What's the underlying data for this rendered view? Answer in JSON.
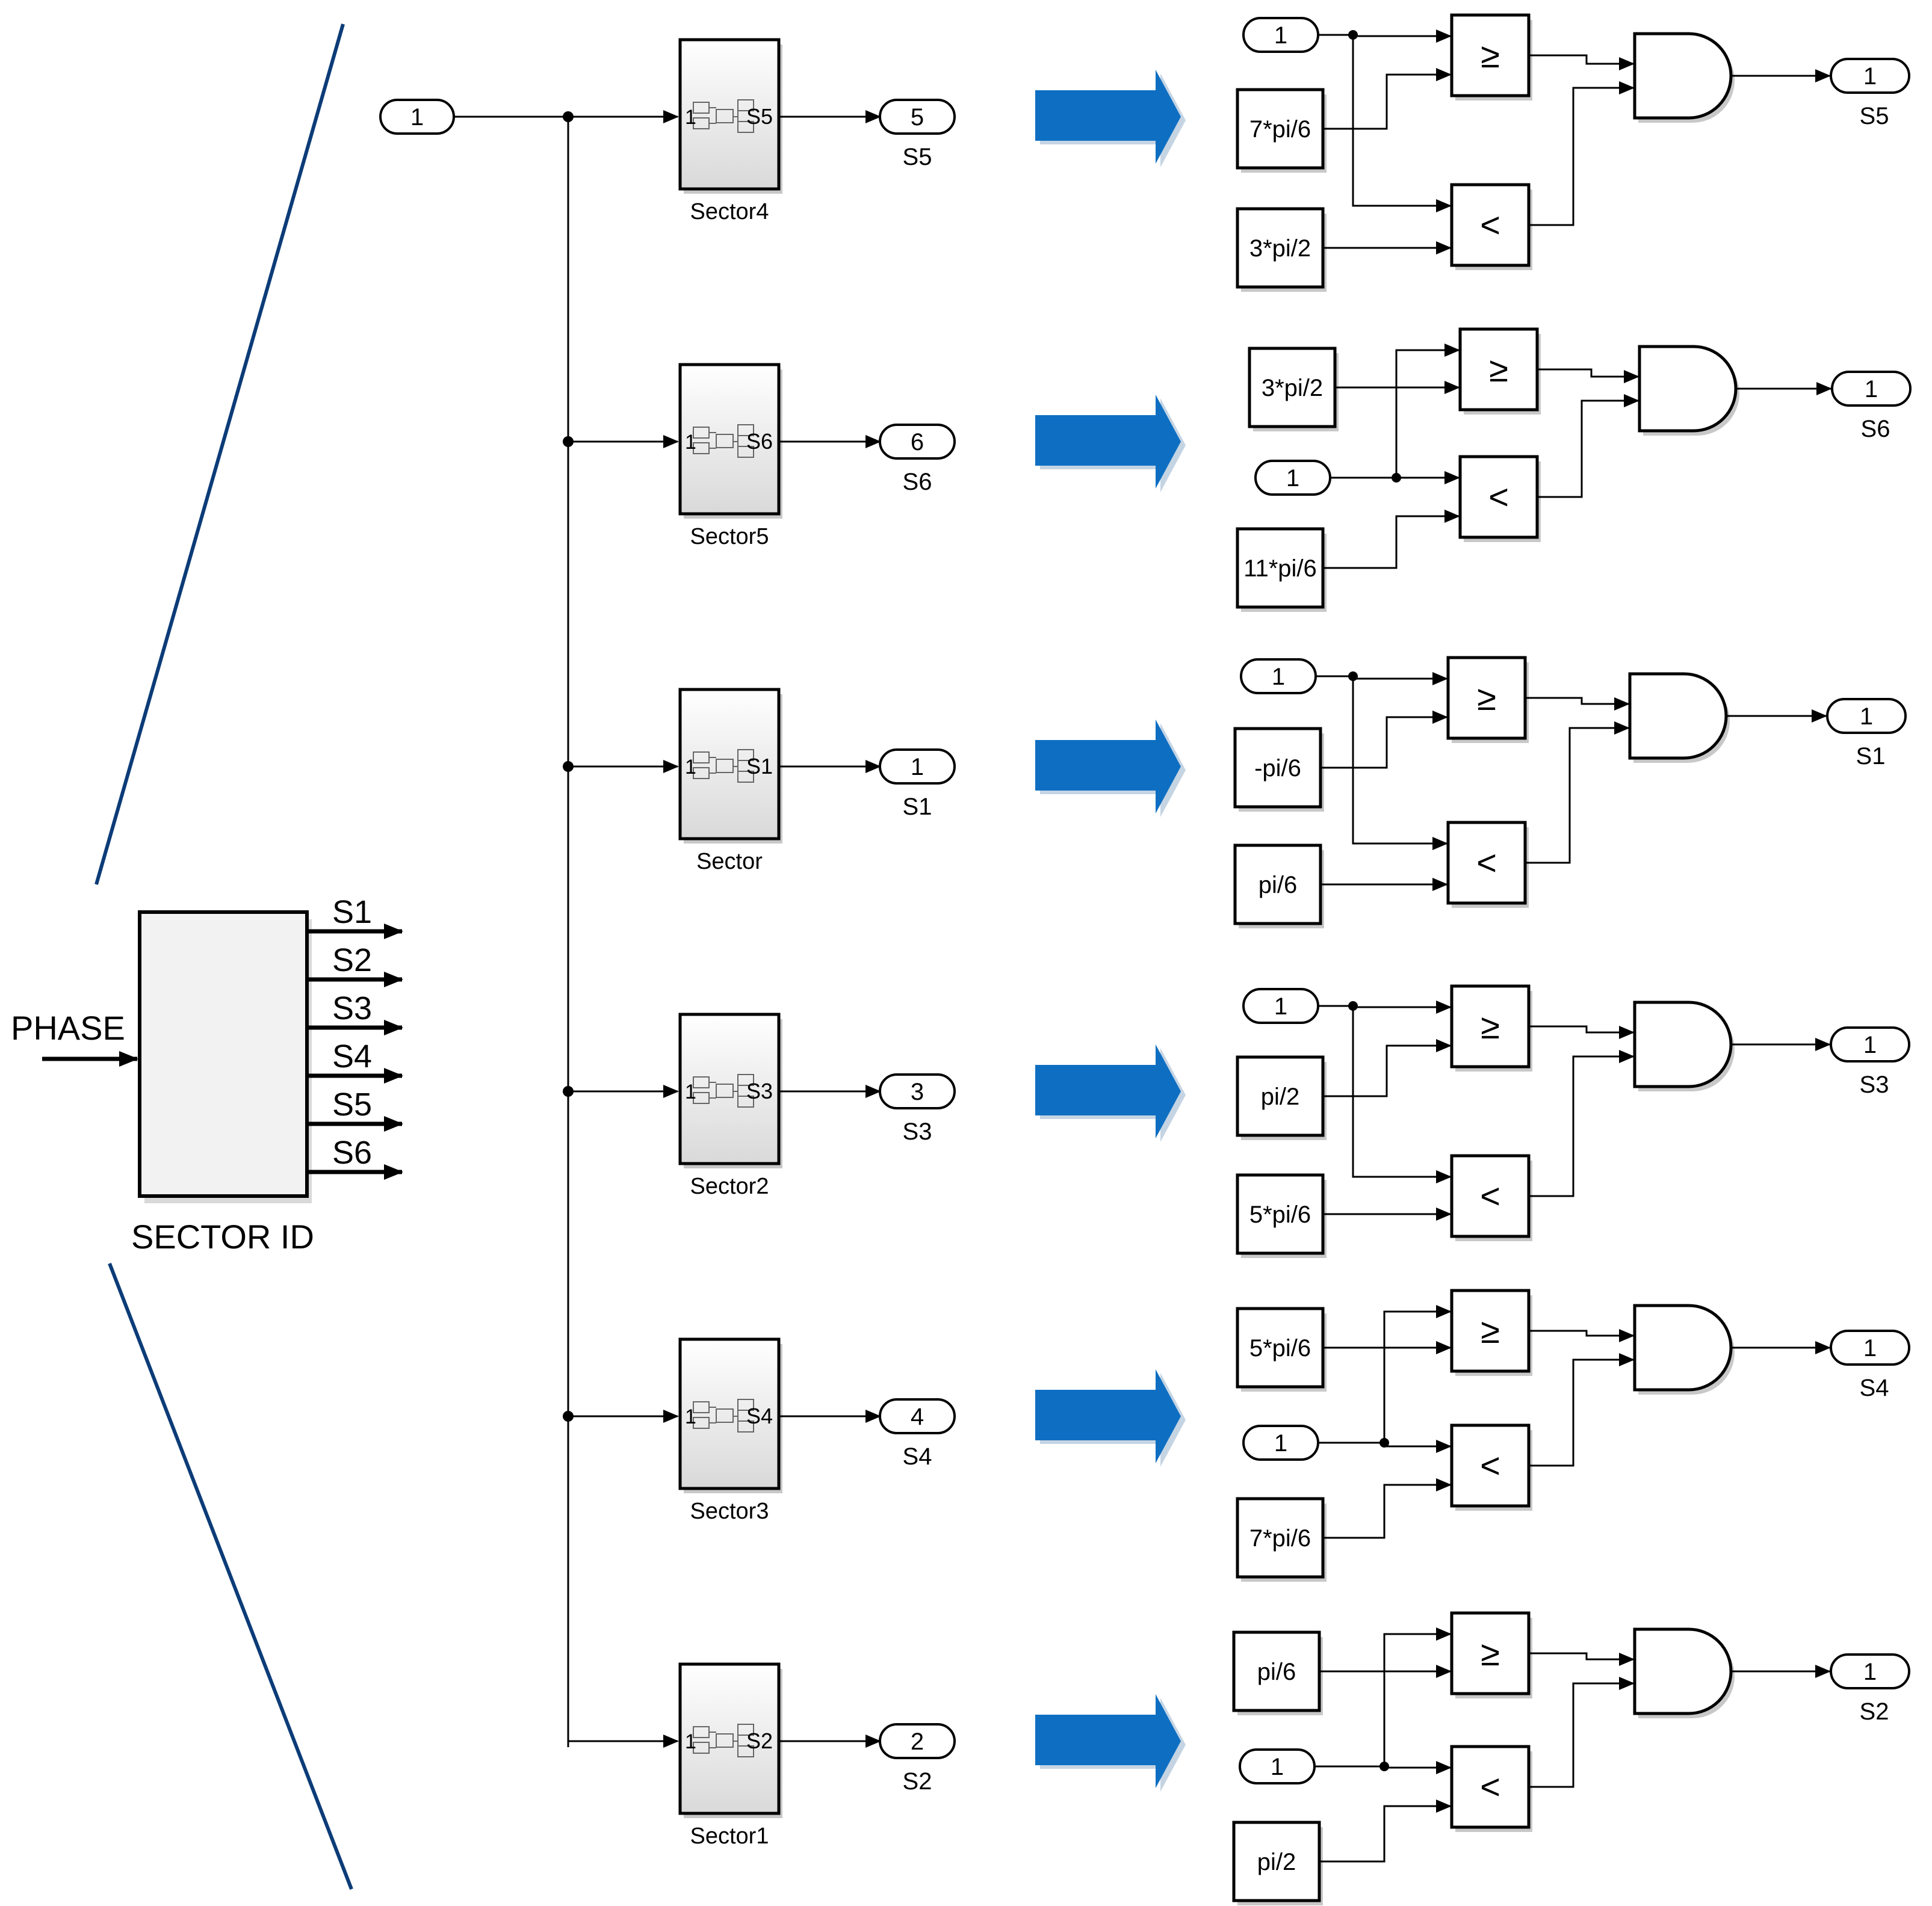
{
  "sector_id": {
    "block_label": "SECTOR ID",
    "input_label": "PHASE",
    "outputs": [
      "S1",
      "S2",
      "S3",
      "S4",
      "S5",
      "S6"
    ]
  },
  "middle": {
    "inport": "1",
    "rows": [
      {
        "subsystem": "Sector4",
        "inner_label": "S5",
        "outport_num": "5",
        "outport_name": "S5"
      },
      {
        "subsystem": "Sector5",
        "inner_label": "S6",
        "outport_num": "6",
        "outport_name": "S6"
      },
      {
        "subsystem": "Sector",
        "inner_label": "S1",
        "outport_num": "1",
        "outport_name": "S1"
      },
      {
        "subsystem": "Sector2",
        "inner_label": "S3",
        "outport_num": "3",
        "outport_name": "S3"
      },
      {
        "subsystem": "Sector3",
        "inner_label": "S4",
        "outport_num": "4",
        "outport_name": "S4"
      },
      {
        "subsystem": "Sector1",
        "inner_label": "S2",
        "outport_num": "2",
        "outport_name": "S2"
      }
    ]
  },
  "logic": [
    {
      "inport": "1",
      "lower": "7*pi/6",
      "upper": "3*pi/2",
      "ge": "≥",
      "lt": "<",
      "outport_num": "1",
      "outport_name": "S5"
    },
    {
      "inport": "1",
      "lower": "3*pi/2",
      "upper": "11*pi/6",
      "ge": "≥",
      "lt": "<",
      "outport_num": "1",
      "outport_name": "S6"
    },
    {
      "inport": "1",
      "lower": "-pi/6",
      "upper": "pi/6",
      "ge": "≥",
      "lt": "<",
      "outport_num": "1",
      "outport_name": "S1"
    },
    {
      "inport": "1",
      "lower": "pi/2",
      "upper": "5*pi/6",
      "ge": "≥",
      "lt": "<",
      "outport_num": "1",
      "outport_name": "S3"
    },
    {
      "inport": "1",
      "lower": "5*pi/6",
      "upper": "7*pi/6",
      "ge": "≥",
      "lt": "<",
      "outport_num": "1",
      "outport_name": "S4"
    },
    {
      "inport": "1",
      "lower": "pi/6",
      "upper": "pi/2",
      "ge": "≥",
      "lt": "<",
      "outport_num": "1",
      "outport_name": "S2"
    }
  ],
  "colors": {
    "arrow": "#0e6fc2",
    "zoom_lines": "#0c3c78",
    "subsystem_fill": "#e8e8e8"
  }
}
